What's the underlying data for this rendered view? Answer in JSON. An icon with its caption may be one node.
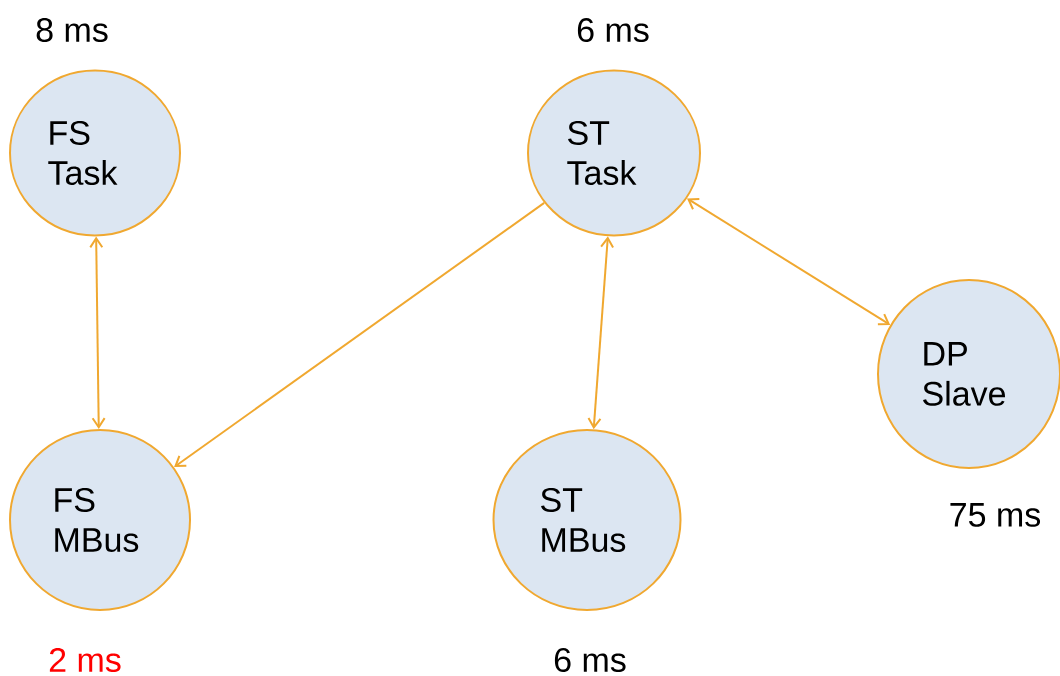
{
  "diagram": {
    "nodes": [
      {
        "text": [
          "FS Task"
        ],
        "beside": [
          "8 ms"
        ]
      },
      {
        "text": [
          "ST Task"
        ],
        "beside": [
          "6 ms"
        ]
      },
      {
        "text": [
          "DP Slave"
        ],
        "beside": [
          "75 ms"
        ]
      },
      {
        "text": [
          "FS MBus"
        ],
        "beside": [
          "2 ms"
        ]
      },
      {
        "text": [
          "ST MBus"
        ],
        "beside": [
          "6 ms"
        ]
      }
    ],
    "edges": [
      {
        "from": 0,
        "to": 3,
        "arrow": "both"
      },
      {
        "from": 1,
        "to": 3,
        "arrow": "to"
      },
      {
        "from": 1,
        "to": 4,
        "arrow": "both"
      },
      {
        "from": 1,
        "to": 2,
        "arrow": "both"
      }
    ]
  }
}
